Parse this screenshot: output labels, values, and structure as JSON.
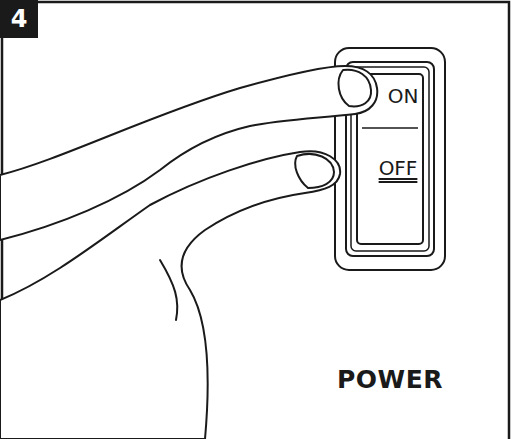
{
  "diagram": {
    "nodes": [
      {
        "text": [
          "4"
        ]
      },
      {
        "text": [
          "ON",
          "OFF"
        ]
      }
    ],
    "labels": [
      "POWER"
    ]
  }
}
